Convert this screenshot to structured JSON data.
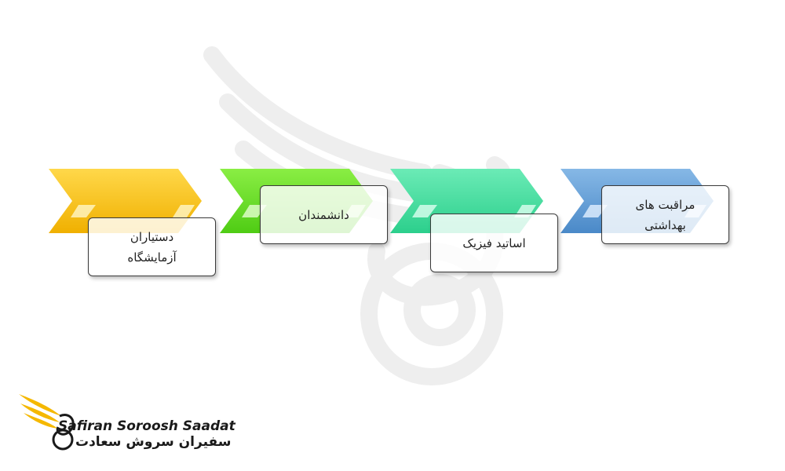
{
  "diagram": {
    "steps": [
      {
        "label": "دستیاران\nآزمایشگاه",
        "color": "#FFC000"
      },
      {
        "label": "دانشمندان",
        "color": "#66E020"
      },
      {
        "label": "اساتید فیزیک",
        "color": "#3EDD9C"
      },
      {
        "label": "مراقبت های\nبهداشتی",
        "color": "#5B9BD5"
      }
    ]
  },
  "brand": {
    "name_en": "Safiran Soroosh Saadat",
    "name_fa": "سفیران سروش سعادت",
    "accent": "#F5B800"
  }
}
